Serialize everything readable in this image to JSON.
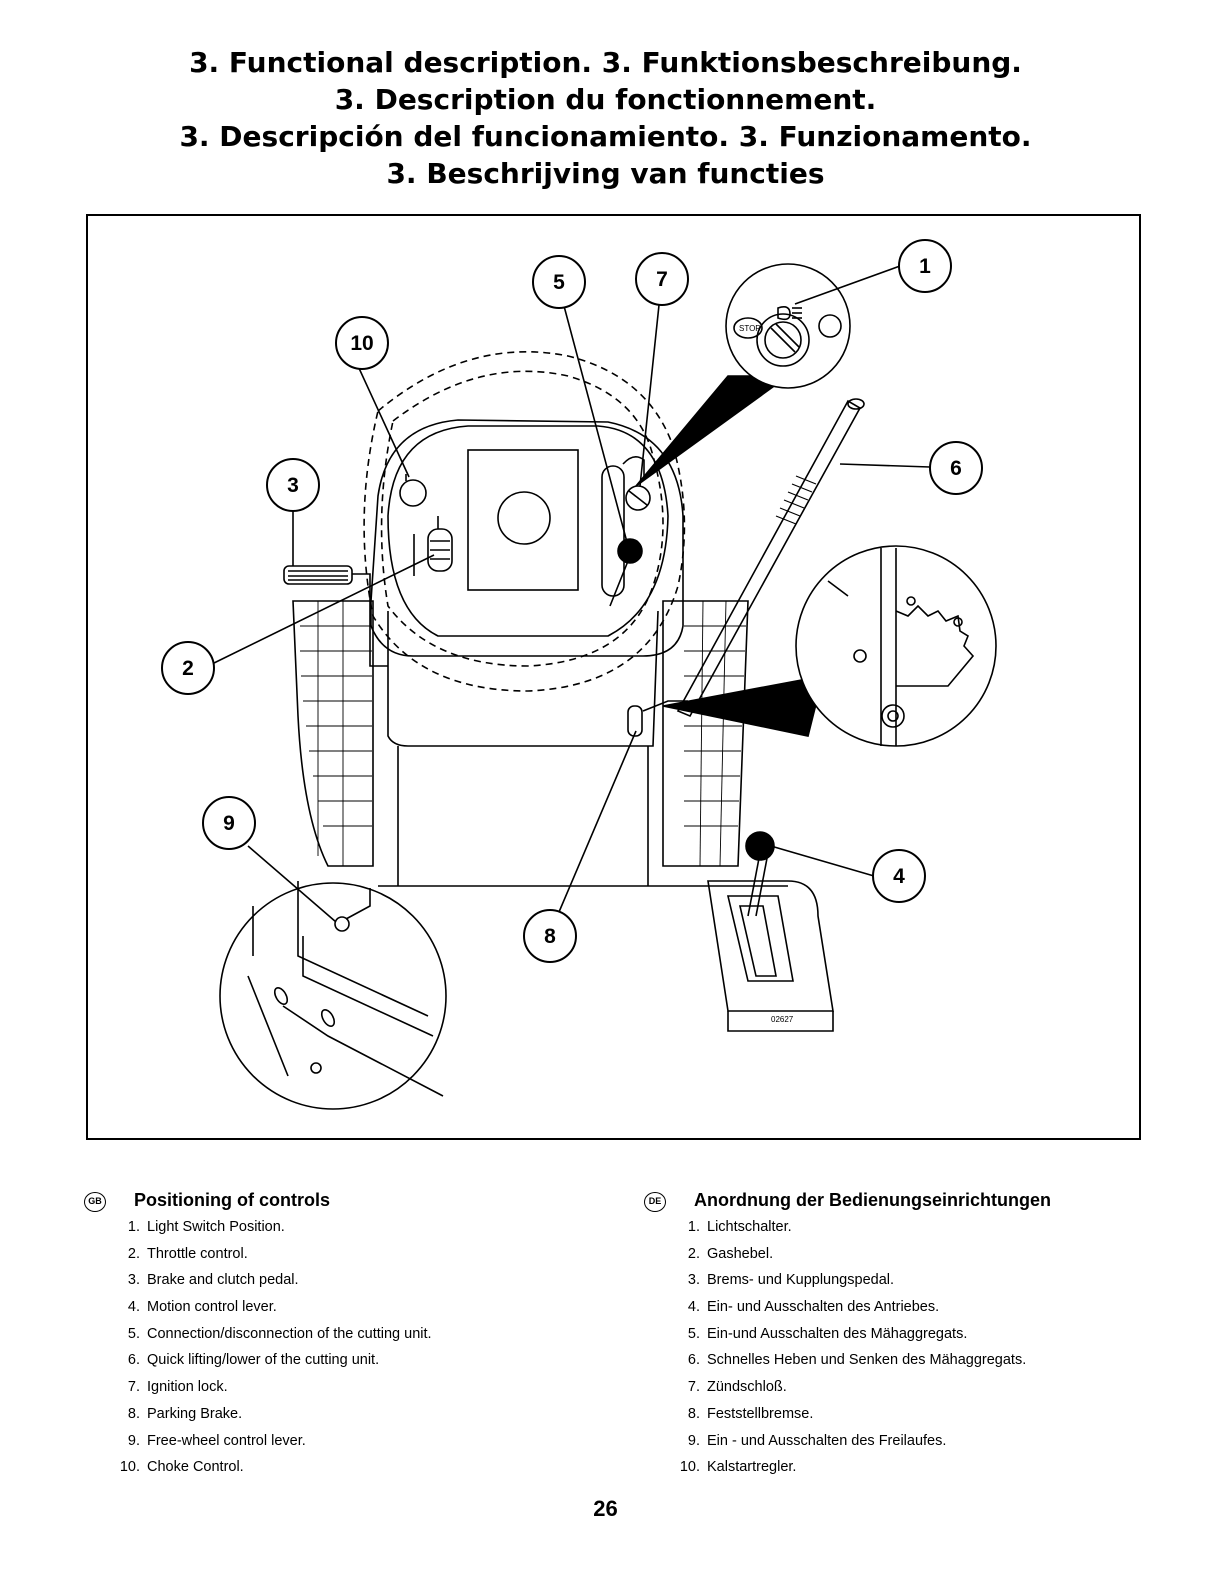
{
  "header": {
    "titles": [
      "3. Functional description.   3. Funktionsbeschreibung.",
      "3. Description du fonctionnement.",
      "3. Descripción del funcionamiento.   3. Funzionamento.",
      "3. Beschrijving van functies"
    ]
  },
  "figure": {
    "callouts": [
      "1",
      "2",
      "3",
      "4",
      "5",
      "6",
      "7",
      "8",
      "9",
      "10"
    ],
    "drawing_code": "02627",
    "panel_icon_text": "STOP"
  },
  "legend_gb": {
    "flag": "GB",
    "title": "Positioning of controls",
    "items": [
      {
        "num": "1.",
        "text": "Light Switch Position."
      },
      {
        "num": "2.",
        "text": "Throttle control."
      },
      {
        "num": "3.",
        "text": "Brake and clutch pedal."
      },
      {
        "num": "4.",
        "text": "Motion control lever."
      },
      {
        "num": "5.",
        "text": "Connection/disconnection of the cutting unit."
      },
      {
        "num": "6.",
        "text": "Quick lifting/lower of the cutting unit."
      },
      {
        "num": "7.",
        "text": "Ignition lock."
      },
      {
        "num": "8.",
        "text": "Parking Brake."
      },
      {
        "num": "9.",
        "text": "Free-wheel control lever."
      },
      {
        "num": "10.",
        "text": "Choke Control."
      }
    ]
  },
  "legend_de": {
    "flag": "DE",
    "title": "Anordnung der Bedienungseinrichtungen",
    "items": [
      {
        "num": "1.",
        "text": "Lichtschalter."
      },
      {
        "num": "2.",
        "text": "Gashebel."
      },
      {
        "num": "3.",
        "text": "Brems- und Kupplungspedal."
      },
      {
        "num": "4.",
        "text": "Ein- und Ausschalten des Antriebes."
      },
      {
        "num": "5.",
        "text": "Ein-und Ausschalten des Mähaggregats."
      },
      {
        "num": "6.",
        "text": "Schnelles Heben und Senken des Mähaggregats."
      },
      {
        "num": "7.",
        "text": "Zündschloß."
      },
      {
        "num": "8.",
        "text": "Feststellbremse."
      },
      {
        "num": "9.",
        "text": "Ein - und Ausschalten des Freilaufes."
      },
      {
        "num": "10.",
        "text": "Kalstartregler."
      }
    ]
  },
  "footer": {
    "page_number": "26"
  }
}
